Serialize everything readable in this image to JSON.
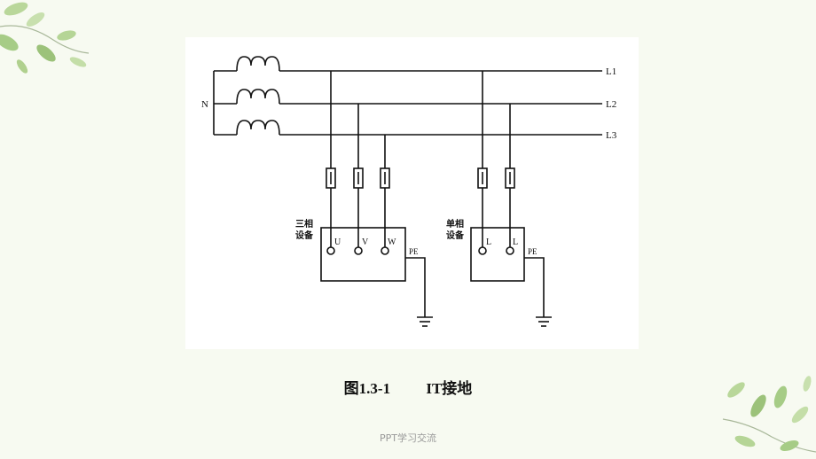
{
  "diagram": {
    "neutral_label": "N",
    "line_labels": [
      "L1",
      "L2",
      "L3"
    ],
    "three_phase": {
      "label_line1": "三相",
      "label_line2": "设备",
      "terminals": [
        "U",
        "V",
        "W"
      ],
      "pe_label": "PE"
    },
    "single_phase": {
      "label_line1": "单相",
      "label_line2": "设备",
      "terminals": [
        "L",
        "L"
      ],
      "pe_label": "PE"
    }
  },
  "caption": {
    "figure_number": "图1.3-1",
    "title": "IT接地"
  },
  "footer": {
    "text": "PPT学习交流"
  },
  "colors": {
    "background": "#f7faf1",
    "line": "#111111",
    "leaf_green": "#9cc27a"
  }
}
